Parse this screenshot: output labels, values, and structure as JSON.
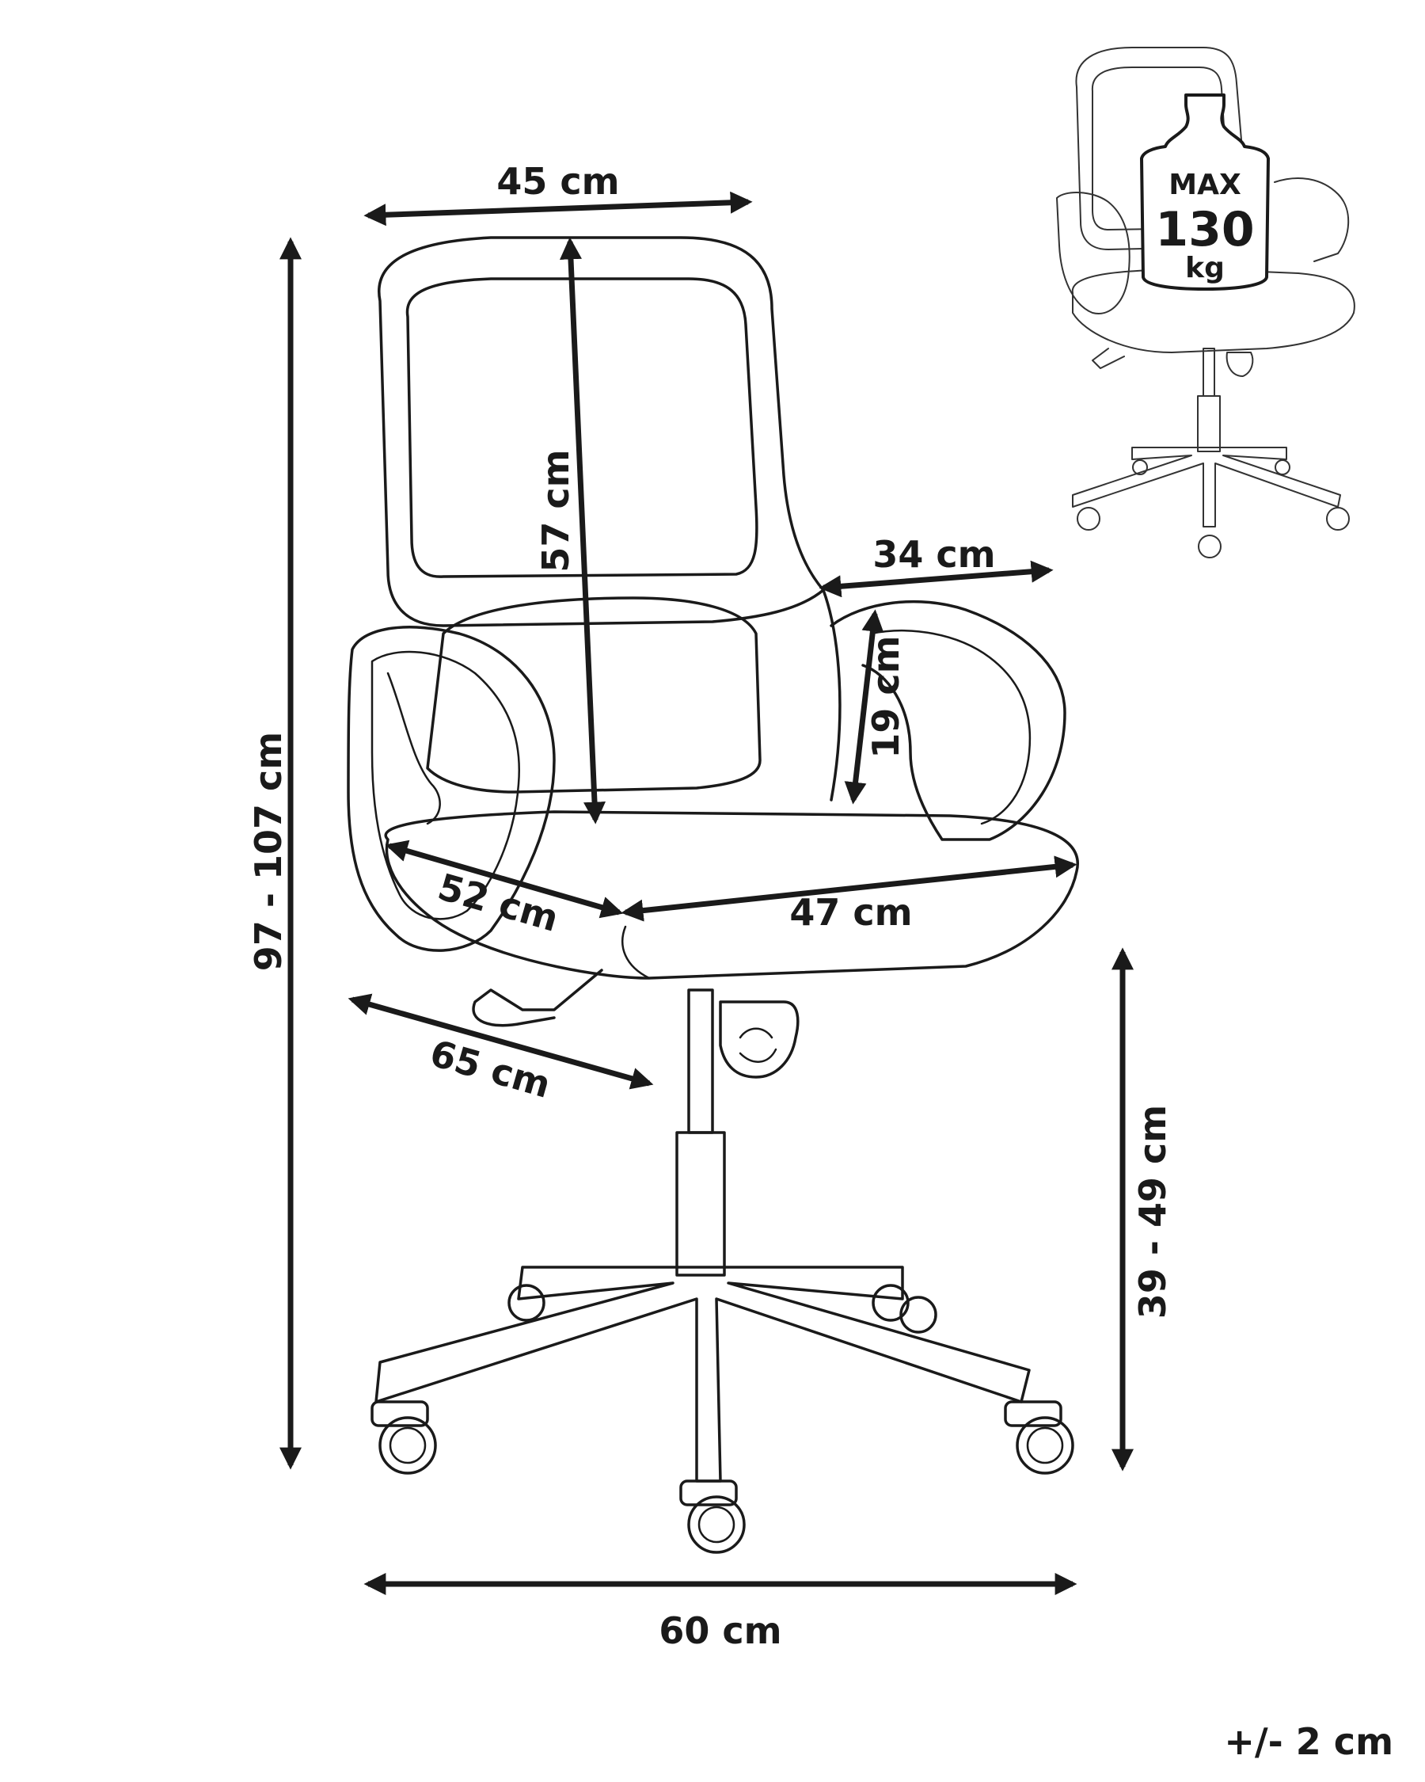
{
  "dimensions": {
    "width_top": "45 cm",
    "backrest_height": "57 cm",
    "total_height": "97 - 107 cm",
    "armrest_depth": "34 cm",
    "armrest_height": "19 cm",
    "seat_depth": "52 cm",
    "seat_width": "47 cm",
    "overall_depth": "65 cm",
    "seat_height": "39 - 49 cm",
    "base_width": "60 cm"
  },
  "tolerance": "+/- 2 cm",
  "max_load": {
    "label": "MAX",
    "value": "130",
    "unit": "kg"
  },
  "colors": {
    "line": "#1a1a1a",
    "background": "#ffffff"
  }
}
